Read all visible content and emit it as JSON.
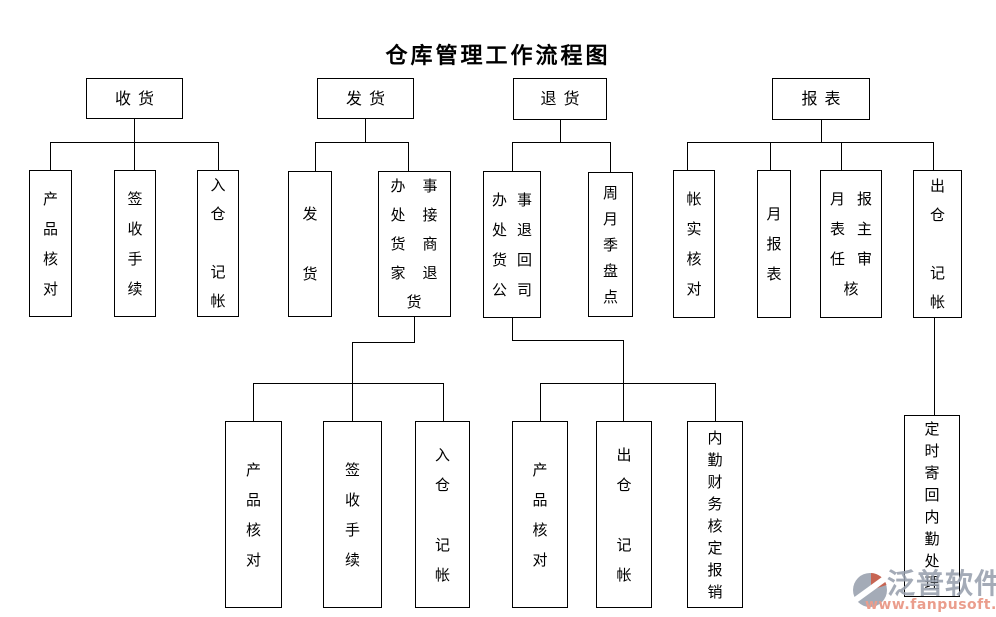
{
  "title": {
    "text": "仓库管理工作流程图"
  },
  "colors": {
    "background": "#ffffff",
    "line": "#000000",
    "box_border": "#000000",
    "box_fill": "#ffffff",
    "title_text": "#000000",
    "watermark_brand": "#98a0ae",
    "watermark_url": "#e8907d",
    "watermark_logo_gray": "#98a0ae",
    "watermark_logo_red": "#c0503c"
  },
  "nodes": {
    "receiving": {
      "label": "收货"
    },
    "shipping": {
      "label": "发货"
    },
    "returns": {
      "label": "退货"
    },
    "reports": {
      "label": "报表"
    },
    "recv_product_check": {
      "label": "产\n品\n核\n对"
    },
    "recv_sign_procedure": {
      "label": "签\n收\n手\n续"
    },
    "recv_warehouse_in": {
      "label": "入\n仓\n\n记\n帐"
    },
    "ship_dispatch": {
      "label": "发\n\n货"
    },
    "ship_office_receive": {
      "label": "办事\n处接\n货商\n家退\n货"
    },
    "ret_office_return": {
      "label": "办事\n处退\n货回\n公司"
    },
    "ret_inventory": {
      "label": "周\n月\n季\n盘\n点"
    },
    "rep_account_check": {
      "label": "帐\n实\n核\n对"
    },
    "rep_monthly": {
      "label": "月\n报\n表"
    },
    "rep_director_review": {
      "label": "月报\n表主\n任审\n核"
    },
    "rep_warehouse_out": {
      "label": "出\n仓\n\n记\n帐"
    },
    "ship_product_check": {
      "label": "产\n品\n核\n对"
    },
    "ship_sign_procedure": {
      "label": "签\n收\n手\n续"
    },
    "ship_warehouse_in": {
      "label": "入\n仓\n\n记\n帐"
    },
    "ret_product_check": {
      "label": "产\n品\n核\n对"
    },
    "ret_warehouse_out": {
      "label": "出\n仓\n\n记\n帐"
    },
    "ret_finance_audit": {
      "label": "内\n勤\n财\n务\n核\n定\n报\n销"
    },
    "rep_mail_back": {
      "label": "定\n时\n寄\n回\n内\n勤\n处\n理"
    }
  },
  "watermark": {
    "brand": "泛普软件",
    "url": "www.fanpusoft.com"
  }
}
